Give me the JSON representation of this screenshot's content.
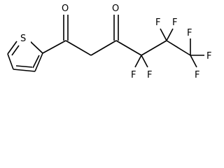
{
  "molecule": {
    "atoms": {
      "sulfur": "S",
      "oxygen_1": "O",
      "oxygen_3": "O",
      "fluorine_4a": "F",
      "fluorine_4b": "F",
      "fluorine_5a": "F",
      "fluorine_5b": "F",
      "fluorine_6a": "F",
      "fluorine_6b": "F",
      "fluorine_6c": "F"
    },
    "colors": {
      "bond": "#000000",
      "label": "#000000",
      "background": "#ffffff"
    }
  }
}
